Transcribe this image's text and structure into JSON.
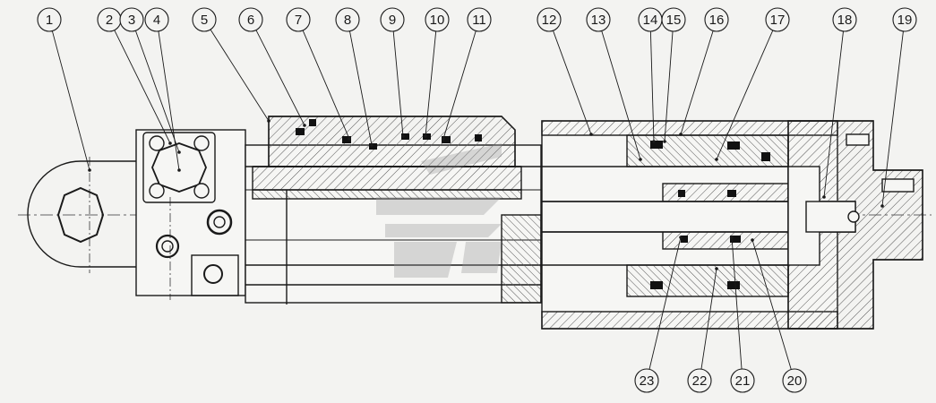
{
  "drawing": {
    "callouts": [
      {
        "label": "1"
      },
      {
        "label": "2"
      },
      {
        "label": "3"
      },
      {
        "label": "4"
      },
      {
        "label": "5"
      },
      {
        "label": "6"
      },
      {
        "label": "7"
      },
      {
        "label": "8"
      },
      {
        "label": "9"
      },
      {
        "label": "10"
      },
      {
        "label": "11"
      },
      {
        "label": "12"
      },
      {
        "label": "13"
      },
      {
        "label": "14"
      },
      {
        "label": "15"
      },
      {
        "label": "16"
      },
      {
        "label": "17"
      },
      {
        "label": "18"
      },
      {
        "label": "19"
      },
      {
        "label": "20"
      },
      {
        "label": "21"
      },
      {
        "label": "22"
      },
      {
        "label": "23"
      }
    ],
    "colors": {
      "background": "#f3f3f1",
      "line": "#1a1a1a",
      "hatch": "#555555",
      "seal": "#111111",
      "watermark": "#9a9a9a"
    },
    "watermark_icon": "logo-watermark-icon"
  }
}
